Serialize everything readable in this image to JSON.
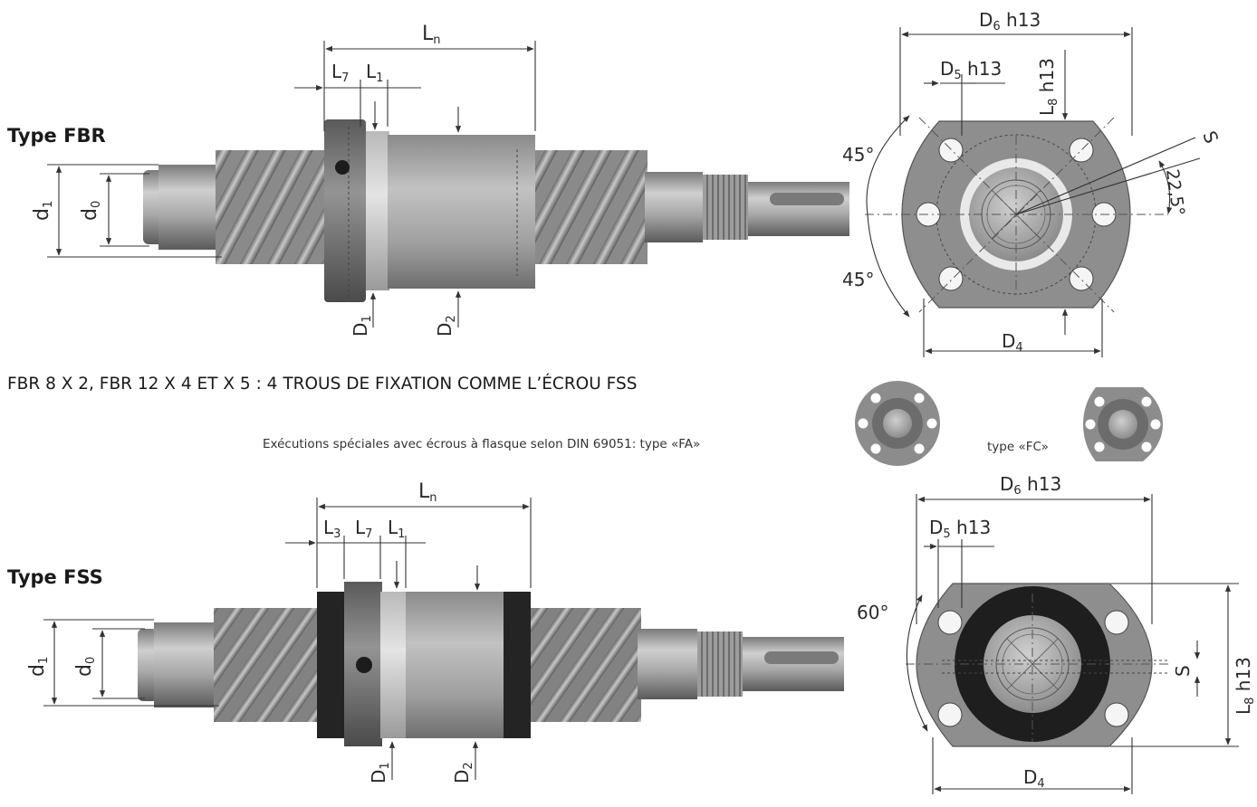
{
  "headings": {
    "fbr": "Type FBR",
    "fss": "Type FSS"
  },
  "note": "FBR 8 X 2, FBR 12 X 4 ET X 5 : 4 TROUS DE FIXATION COMME L’ÉCROU FSS",
  "special": {
    "text": "Exécutions spéciales avec écrous à flasque selon DIN 69051: type «FA»",
    "fc_label": "type «FC»"
  },
  "labels": {
    "fbr_side": {
      "Ln": "L",
      "Ln_sub": "n",
      "L7": "L",
      "L7_sub": "7",
      "L1": "L",
      "L1_sub": "1",
      "d1": "d",
      "d1_sub": "1",
      "d0": "d",
      "d0_sub": "0",
      "D1": "D",
      "D1_sub": "1",
      "D2": "D",
      "D2_sub": "2"
    },
    "fbr_front": {
      "D6": "D",
      "D6_sub": "6",
      "D6_tol": " h13",
      "D5": "D",
      "D5_sub": "5",
      "D5_tol": " h13",
      "L8": "L",
      "L8_sub": "8",
      "L8_tol": " h13",
      "S": "S",
      "angle_top": "45°",
      "angle_bottom": "45°",
      "angle_side": "22,5°",
      "D4": "D",
      "D4_sub": "4"
    },
    "fss_side": {
      "Ln": "L",
      "Ln_sub": "n",
      "L3": "L",
      "L3_sub": "3",
      "L7": "L",
      "L7_sub": "7",
      "L1": "L",
      "L1_sub": "1",
      "d1": "d",
      "d1_sub": "1",
      "d0": "d",
      "d0_sub": "0",
      "D1": "D",
      "D1_sub": "1",
      "D2": "D",
      "D2_sub": "2"
    },
    "fss_front": {
      "D6": "D",
      "D6_sub": "6",
      "D6_tol": " h13",
      "D5": "D",
      "D5_sub": "5",
      "D5_tol": " h13",
      "L8": "L",
      "L8_sub": "8",
      "L8_tol": " h13",
      "S": "S",
      "angle": "60°",
      "D4": "D",
      "D4_sub": "4"
    }
  },
  "colors": {
    "metal_light": "#b4b4b4",
    "metal_dark": "#6a6a6a",
    "flange": "#9a9a9a",
    "seal": "#1e1e1e"
  }
}
